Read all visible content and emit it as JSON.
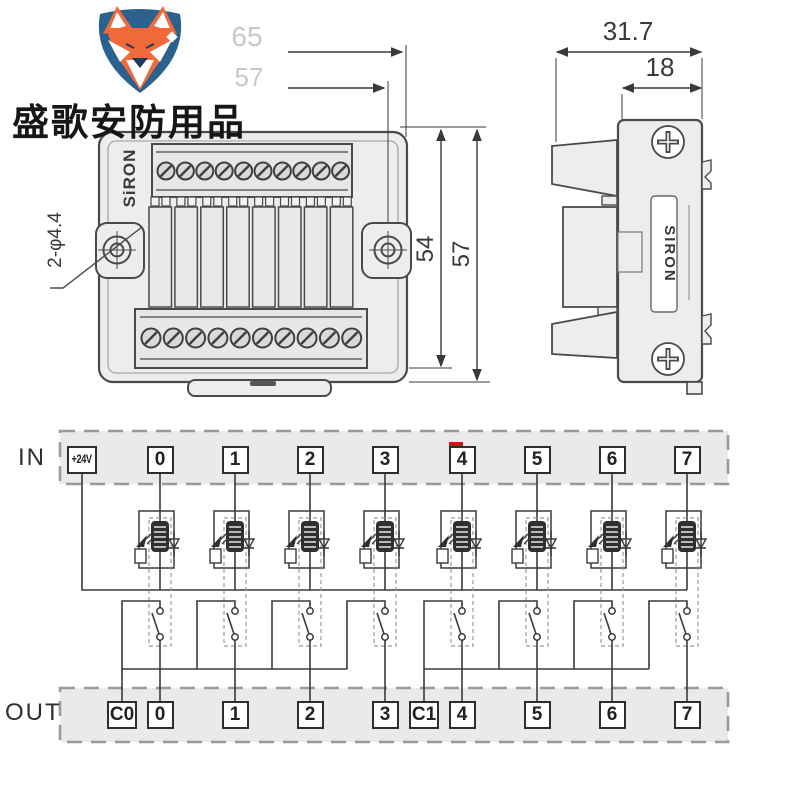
{
  "brand": {
    "name": "盛歌安防用品",
    "logo": "fox-shield-icon"
  },
  "front_view": {
    "brand_label": "SiRON",
    "dim_top_outer": "65",
    "dim_top_inner": "57",
    "dim_right_inner": "54",
    "dim_right_outer": "57",
    "hole_note": "2-φ4.4"
  },
  "side_view": {
    "brand_label": "SIRON",
    "dim_width": "31.7",
    "dim_rail_width": "18"
  },
  "circuit": {
    "in_label": "IN",
    "out_label": "OUT",
    "in_terminals": [
      "+24V",
      "0",
      "1",
      "2",
      "3",
      "4",
      "5",
      "6",
      "7"
    ],
    "out_terminals": [
      "C0",
      "0",
      "1",
      "2",
      "3",
      "C1",
      "4",
      "5",
      "6",
      "7"
    ],
    "marked_in_terminal": "4",
    "channels": 8
  },
  "colors": {
    "line": "#4a4a4a",
    "body_fill": "#ededed",
    "band_fill": "#eaeaea",
    "dash_border": "#9a9a9a",
    "mark_red": "#cc1717",
    "shield_blue": "#2a618e",
    "fox_orange": "#f0693b",
    "faded_dim_text": "#c8c8c8"
  }
}
